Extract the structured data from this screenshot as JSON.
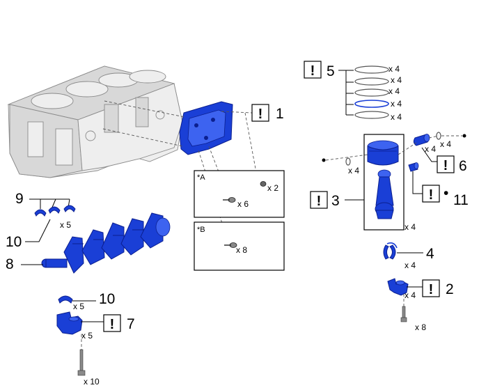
{
  "parts": {
    "p1": "1",
    "p2": "2",
    "p3": "3",
    "p4": "4",
    "p5": "5",
    "p6": "6",
    "p7": "7",
    "p8": "8",
    "p9": "9",
    "p10a": "10",
    "p10b": "10",
    "p11": "11"
  },
  "quantities": {
    "rings": [
      "x 4",
      "x 4",
      "x 4",
      "x 4",
      "x 4"
    ],
    "pin": "x 4",
    "clip_right": "x 4",
    "clip_left": "x 4",
    "piston_rod": "x 4",
    "rod_bearing": "x 4",
    "rod_cap": "x 4",
    "rod_bolt": "x 8",
    "plug": "x 2",
    "bolt_a": "x 6",
    "bolt_b": "x 8",
    "thrust_washer": "x 5",
    "upper_bearing": "x 5",
    "main_cap": "x 5",
    "main_bolt": "x 10"
  },
  "detail_labels": {
    "a": "*A",
    "b": "*B"
  },
  "notice_mark": "!",
  "dot_mark": "•",
  "colors": {
    "part_blue": "#1a3fd6",
    "outline": "#000000",
    "engine_block": "#eeeeee"
  }
}
